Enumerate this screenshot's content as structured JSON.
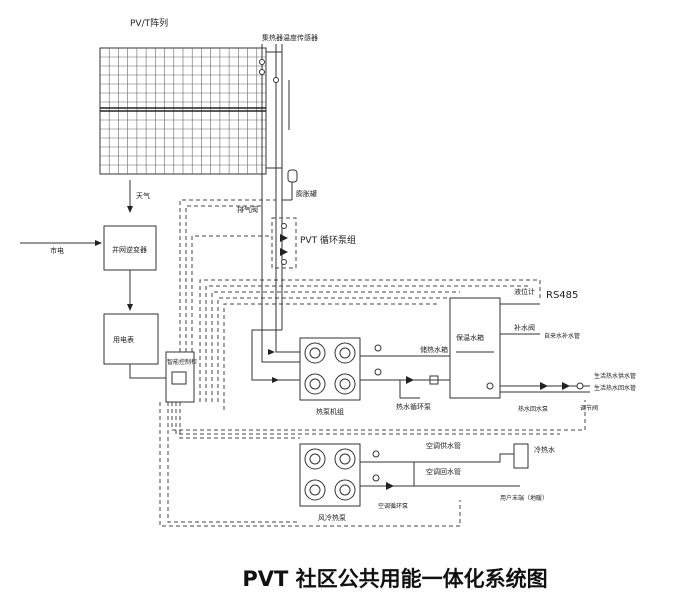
{
  "caption": "PVT 社区公共用能一体化系统图",
  "labels": {
    "pvt_array": "PV/T阵列",
    "top_sensor": "集热器温度传感器",
    "pump_station": "PVT 循环泵组",
    "expansion": "膨胀罐",
    "exhaust": "排气阀",
    "weather": "天气",
    "grid_power": "市电",
    "inverter": "并网逆变器",
    "meter": "用电表",
    "control_cabinet": "智能控制柜",
    "heatpump_unit": "热泵机组",
    "heatpump_pump": "热水循环泵",
    "hot_tank": "保温水箱",
    "tank_outlet": "储热水箱",
    "rs485": "RS485",
    "level_meter": "液位计",
    "water_replenish": "补水阀",
    "cold_water": "自来水补水管",
    "hot_supply_main": "生活热水供水管",
    "hot_return": "生活热水回水管",
    "return_pump": "热水回水泵",
    "aircon_unit": "风冷热泵",
    "ac_supply": "空调供水管",
    "ac_return": "空调回水管",
    "ac_pump": "空调循环泵",
    "heating_room": "冷热水",
    "heating_end": "用户末端（地暖）",
    "valve_label": "调节阀"
  }
}
